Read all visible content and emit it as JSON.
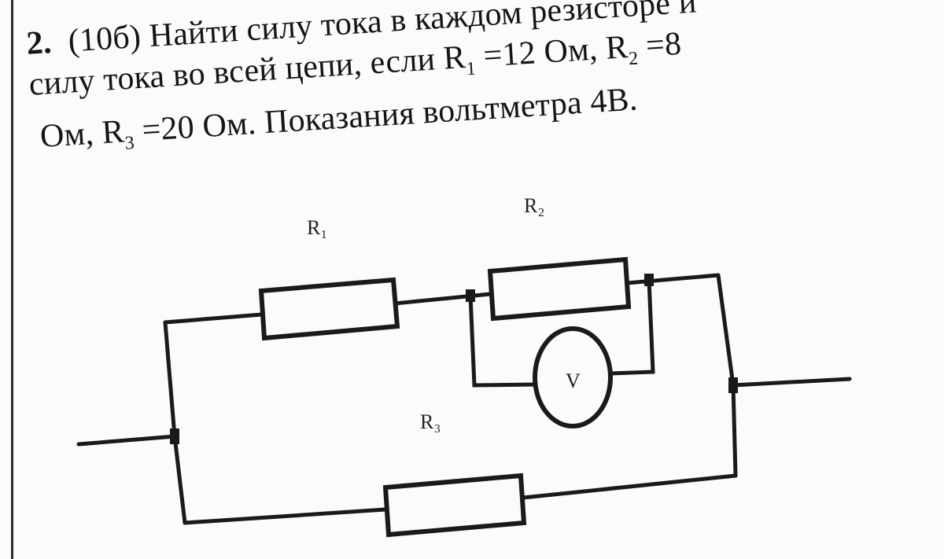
{
  "problem": {
    "number": "2.",
    "line1": "(10б) Найти силу тока в каждом резисторе и",
    "line2_a": "силу тока во всей цепи, если R",
    "line2_sub1": "1",
    "line2_b": " =12 Ом, R",
    "line2_sub2": "2",
    "line2_c": " =8",
    "line3_a": "Ом, R",
    "line3_sub": "3",
    "line3_b": " =20 Ом. Показания вольтметра 4В."
  },
  "diagram": {
    "r1_label": "R₁",
    "r2_label": "R₂",
    "r3_label": "R₃",
    "voltmeter_label": "V"
  }
}
